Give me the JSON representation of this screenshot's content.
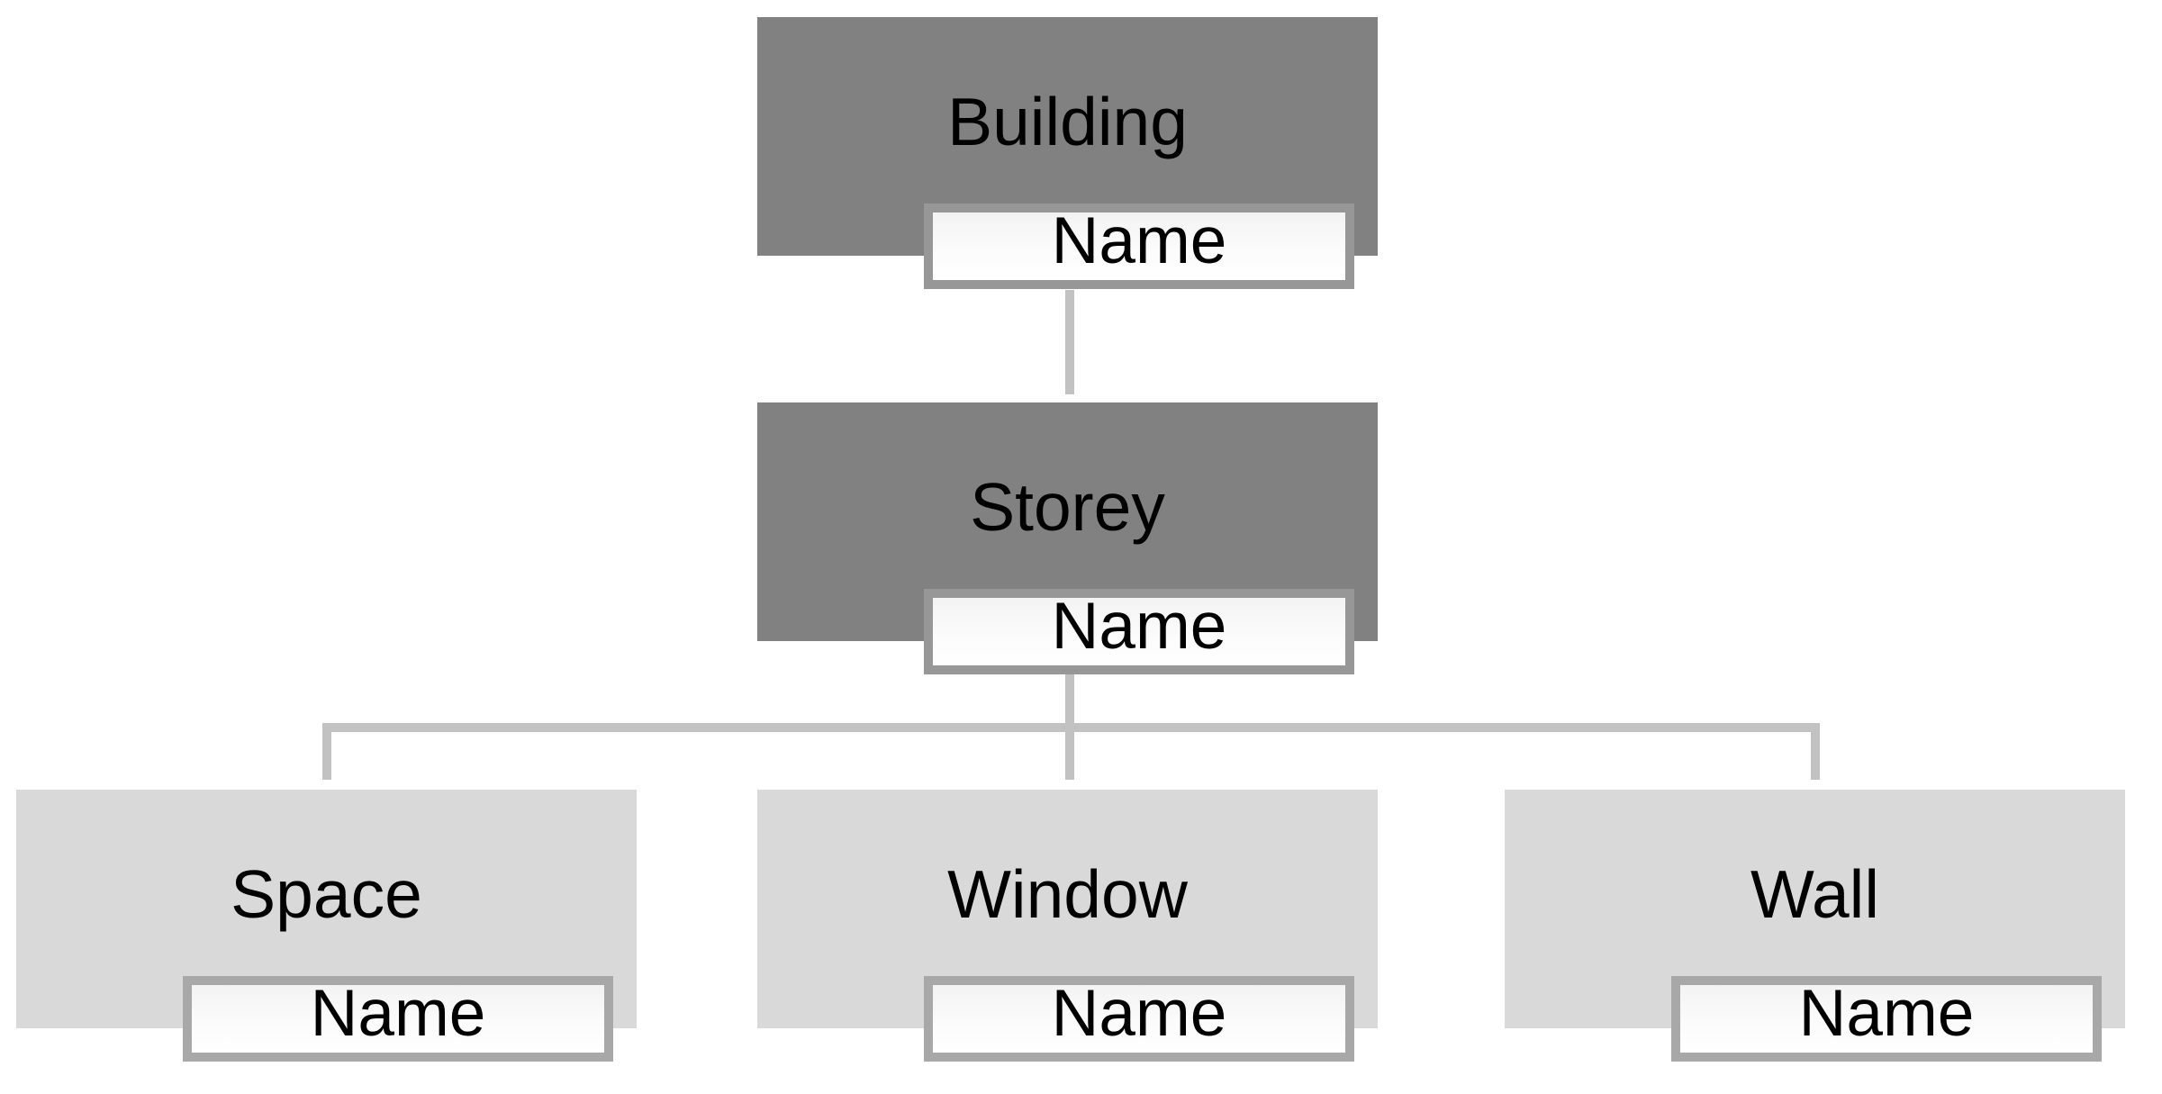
{
  "diagram": {
    "type": "hierarchy-tree",
    "background": "#ffffff",
    "palette": {
      "parent_box_fill": "#818181",
      "child_box_fill": "#d9d9d9",
      "name_plate_fill_top": "#f3f3f3",
      "name_plate_fill_bottom": "#ffffff",
      "name_plate_border_parent": "#979797",
      "name_plate_border_child": "#a8a8a8",
      "connector": "#c2c2c2",
      "text": "#000000"
    },
    "nodes": [
      {
        "id": "building",
        "title": "Building",
        "name_label": "Name",
        "level": "root"
      },
      {
        "id": "storey",
        "title": "Storey",
        "name_label": "Name",
        "level": "middle"
      },
      {
        "id": "space",
        "title": "Space",
        "name_label": "Name",
        "level": "leaf"
      },
      {
        "id": "window",
        "title": "Window",
        "name_label": "Name",
        "level": "leaf"
      },
      {
        "id": "wall",
        "title": "Wall",
        "name_label": "Name",
        "level": "leaf"
      }
    ],
    "edges": [
      {
        "from": "Building",
        "to": "Storey"
      },
      {
        "from": "Storey",
        "to": "Space"
      },
      {
        "from": "Storey",
        "to": "Window"
      },
      {
        "from": "Storey",
        "to": "Wall"
      }
    ]
  }
}
